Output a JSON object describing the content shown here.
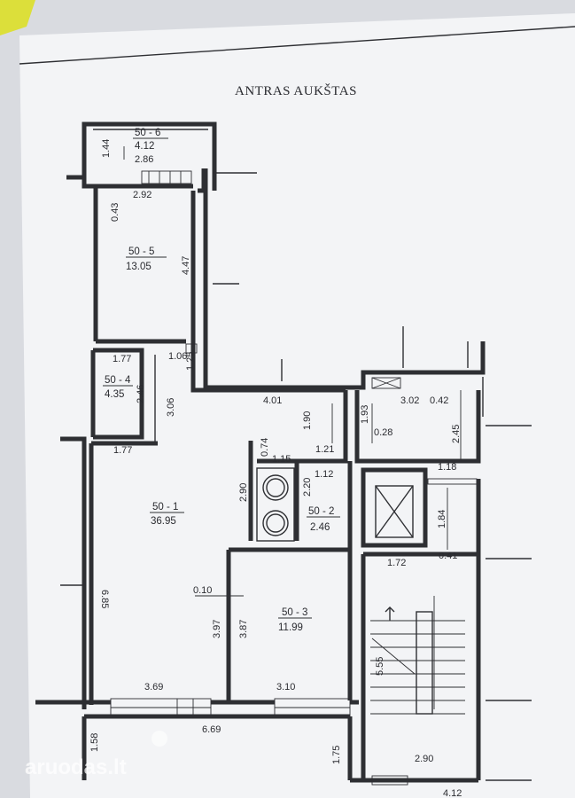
{
  "title": "ANTRAS AUKŠTAS",
  "watermark": "aruodas.lt",
  "rooms": [
    {
      "id": "50-6",
      "label": "50 - 6",
      "area": "4.12"
    },
    {
      "id": "50-5",
      "label": "50 - 5",
      "area": "13.05"
    },
    {
      "id": "50-4",
      "label": "50 - 4",
      "area": "4.35"
    },
    {
      "id": "50-1",
      "label": "50 - 1",
      "area": "36.95"
    },
    {
      "id": "50-2",
      "label": "50 - 2",
      "area": "2.46"
    },
    {
      "id": "50-3",
      "label": "50 - 3",
      "area": "11.99"
    }
  ],
  "dimensions": {
    "d144": "1.44",
    "d286": "2.86",
    "d292": "2.92",
    "d043": "0.43",
    "d447": "4.47",
    "d177a": "1.77",
    "d106": "1.06",
    "d246a": "2.46",
    "d125": "1.25",
    "d306": "3.06",
    "d177b": "1.77",
    "d401": "4.01",
    "d190": "1.90",
    "d193": "1.93",
    "d302": "3.02",
    "d042": "0.42",
    "d245": "2.45",
    "d028": "0.28",
    "d121": "1.21",
    "d074": "0.74",
    "d115": "1.15",
    "d112": "1.12",
    "d220": "2.20",
    "d290a": "2.90",
    "d118": "1.18",
    "d184": "1.84",
    "d172": "1.72",
    "d041": "0.41",
    "d685": "6.85",
    "d010": "0.10",
    "d397": "3.97",
    "d387": "3.87",
    "d555": "5.55",
    "d369": "3.69",
    "d310": "3.10",
    "d669": "6.69",
    "d158": "1.58",
    "d175": "1.75",
    "d290b": "2.90",
    "d412": "4.12"
  }
}
